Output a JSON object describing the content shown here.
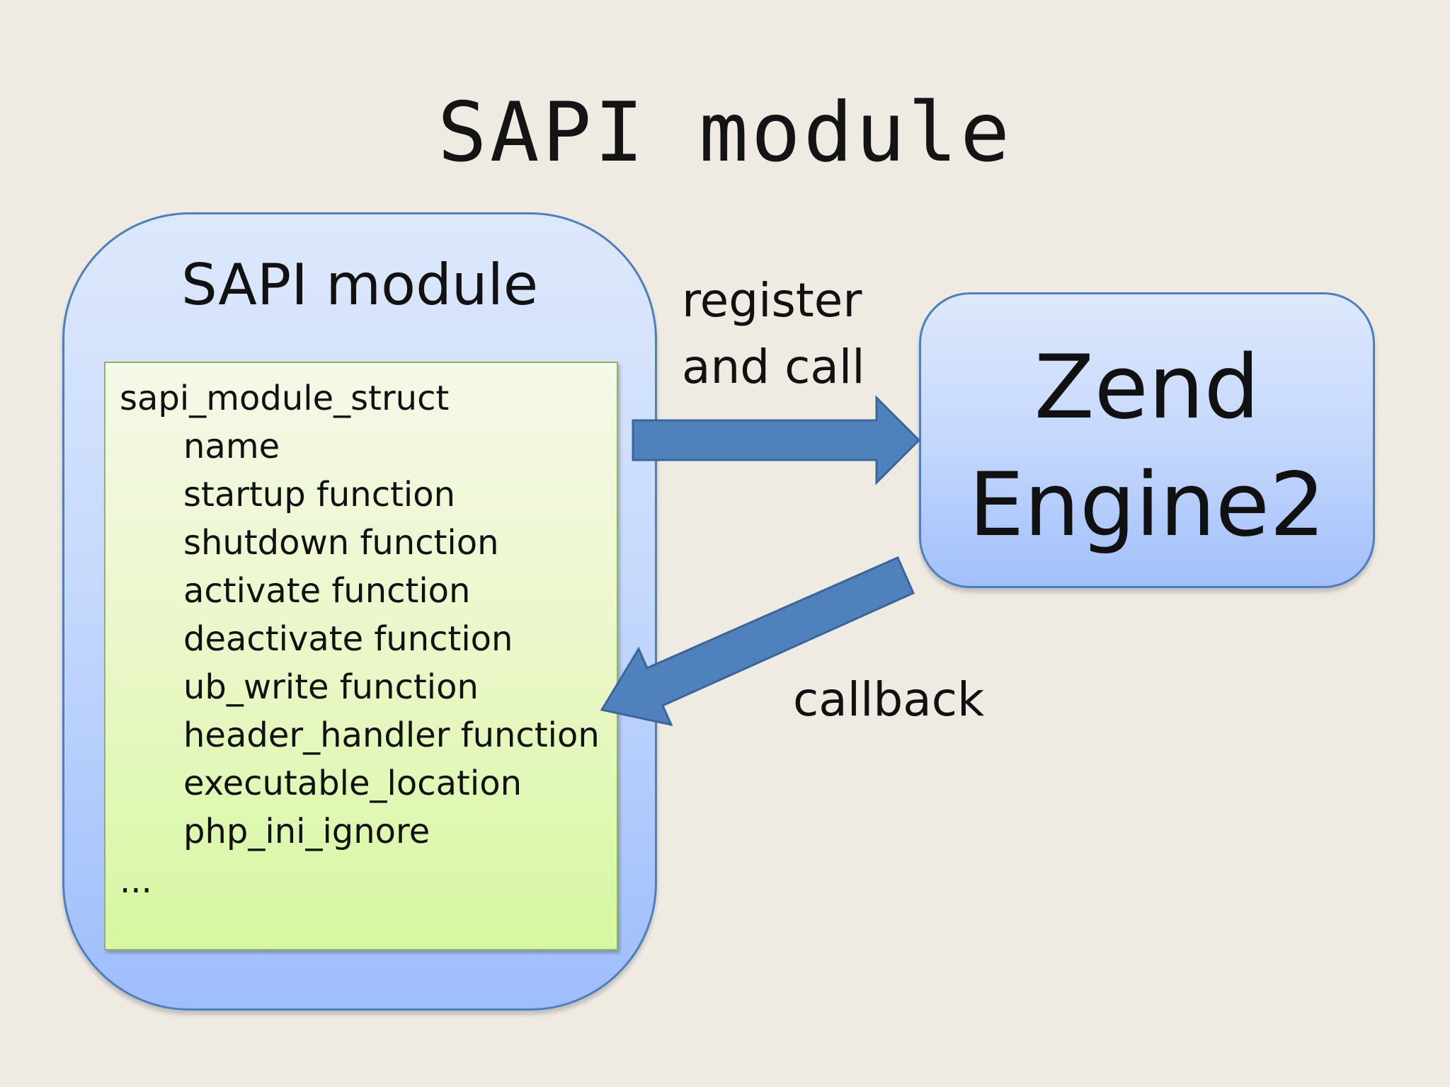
{
  "slide": {
    "title": "SAPI module"
  },
  "sapi_module_box": {
    "title": "SAPI module",
    "struct": {
      "header": "sapi_module_struct",
      "fields": [
        "name",
        "startup function",
        "shutdown function",
        "activate function",
        "deactivate function",
        "ub_write function",
        "header_handler function",
        "executable_location",
        "php_ini_ignore"
      ],
      "ellipsis": "..."
    }
  },
  "zend_engine_box": {
    "line1": "Zend",
    "line2": "Engine2"
  },
  "arrows": {
    "register_label_line1": "register",
    "register_label_line2": "and call",
    "callback_label": "callback"
  },
  "colors": {
    "arrow_fill": "#4f81bd",
    "arrow_stroke": "#3a6699",
    "box_border": "#4d7fbf",
    "struct_border": "#93b35c",
    "background": "#efebe3"
  }
}
